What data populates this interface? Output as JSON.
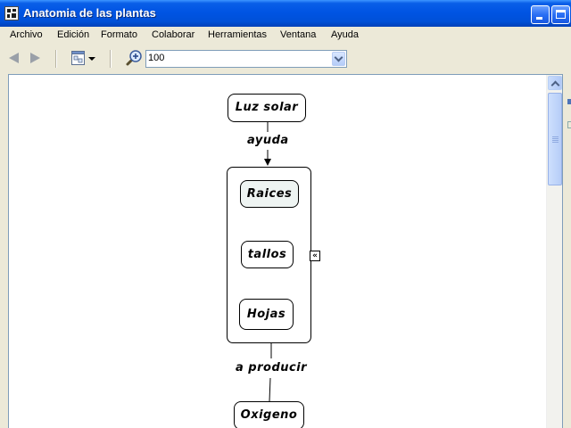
{
  "window": {
    "title": "Anatomia de las plantas",
    "buttons": [
      "minimize-button",
      "maximize-button"
    ]
  },
  "menu": {
    "items": [
      "Archivo",
      "Edición",
      "Formato",
      "Colaborar",
      "Herramientas",
      "Ventana",
      "Ayuda"
    ]
  },
  "toolbar": {
    "back_icon": "arrow-left-icon",
    "forward_icon": "arrow-right-icon",
    "view_icon": "view-layout-icon",
    "zoom_icon": "zoom-in-icon",
    "zoom_value": "100"
  },
  "concept_map": {
    "nodes": {
      "luz": "Luz solar",
      "raices": "Raices",
      "tallos": "tallos",
      "hojas": "Hojas",
      "oxigeno": "Oxigeno"
    },
    "links": {
      "ayuda": "ayuda",
      "producir": "a producir"
    },
    "collapse_glyph": "«",
    "colors": {
      "selected_node_fill": "#eef4f2",
      "node_fill": "#ffffff",
      "line": "#000000"
    }
  },
  "colors": {
    "titlebar": "#0054e3",
    "window_bg": "#ece9d8",
    "canvas_bg": "#ffffff"
  }
}
